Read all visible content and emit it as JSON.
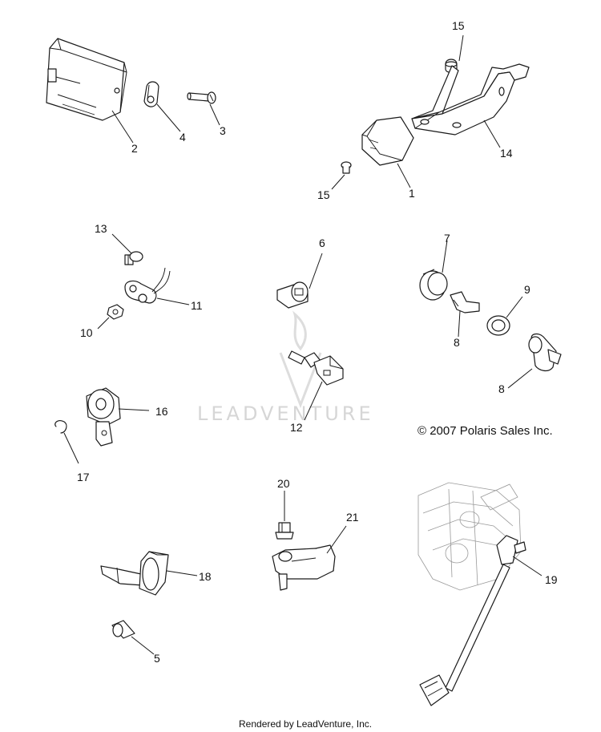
{
  "callouts": {
    "c1": "1",
    "c2": "2",
    "c3": "3",
    "c4": "4",
    "c5": "5",
    "c6": "6",
    "c7": "7",
    "c8a": "8",
    "c8b": "8",
    "c9": "9",
    "c10": "10",
    "c11": "11",
    "c12": "12",
    "c13": "13",
    "c14": "14",
    "c15a": "15",
    "c15b": "15",
    "c16": "16",
    "c17": "17",
    "c18": "18",
    "c19": "19",
    "c20": "20",
    "c21": "21"
  },
  "copyright": "© 2007 Polaris Sales Inc.",
  "watermark": "LEADVENTURE",
  "footer": "Rendered by LeadVenture, Inc."
}
